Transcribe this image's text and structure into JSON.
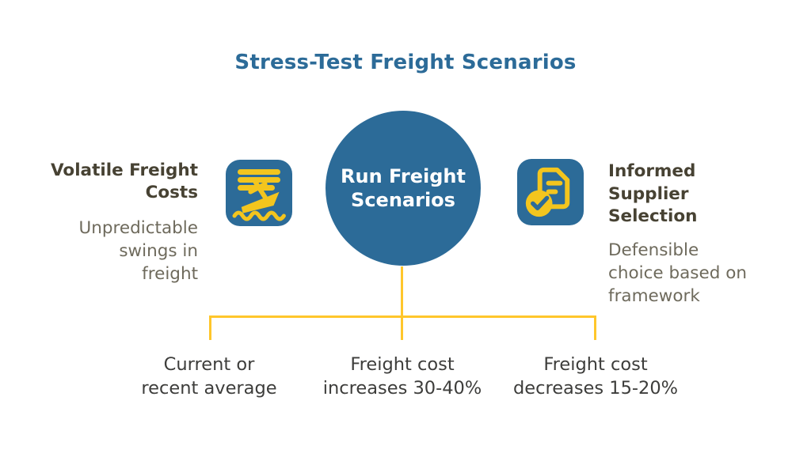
{
  "title": "Stress-Test Freight Scenarios",
  "colors": {
    "blue": "#2C6B98",
    "line_yellow": "#FFC62B",
    "icon_yellow": "#F3C51E",
    "heading_dark": "#474233",
    "body_gray": "#6E6A5C",
    "scenario_text": "#3D3D3B"
  },
  "center": {
    "line1": "Run Freight",
    "line2": "Scenarios"
  },
  "left": {
    "icon": "sinking-ship-icon",
    "heading_line1": "Volatile Freight",
    "heading_line2": "Costs",
    "desc_line1": "Unpredictable",
    "desc_line2": "swings in",
    "desc_line3": "freight"
  },
  "right": {
    "icon": "document-check-icon",
    "heading_line1": "Informed",
    "heading_line2": "Supplier",
    "heading_line3": "Selection",
    "desc_line1": "Defensible",
    "desc_line2": "choice based on",
    "desc_line3": "framework"
  },
  "scenarios": [
    {
      "line1": "Current or",
      "line2": "recent average"
    },
    {
      "line1": "Freight cost",
      "line2": "increases 30-40%"
    },
    {
      "line1": "Freight cost",
      "line2": "decreases 15-20%"
    }
  ]
}
